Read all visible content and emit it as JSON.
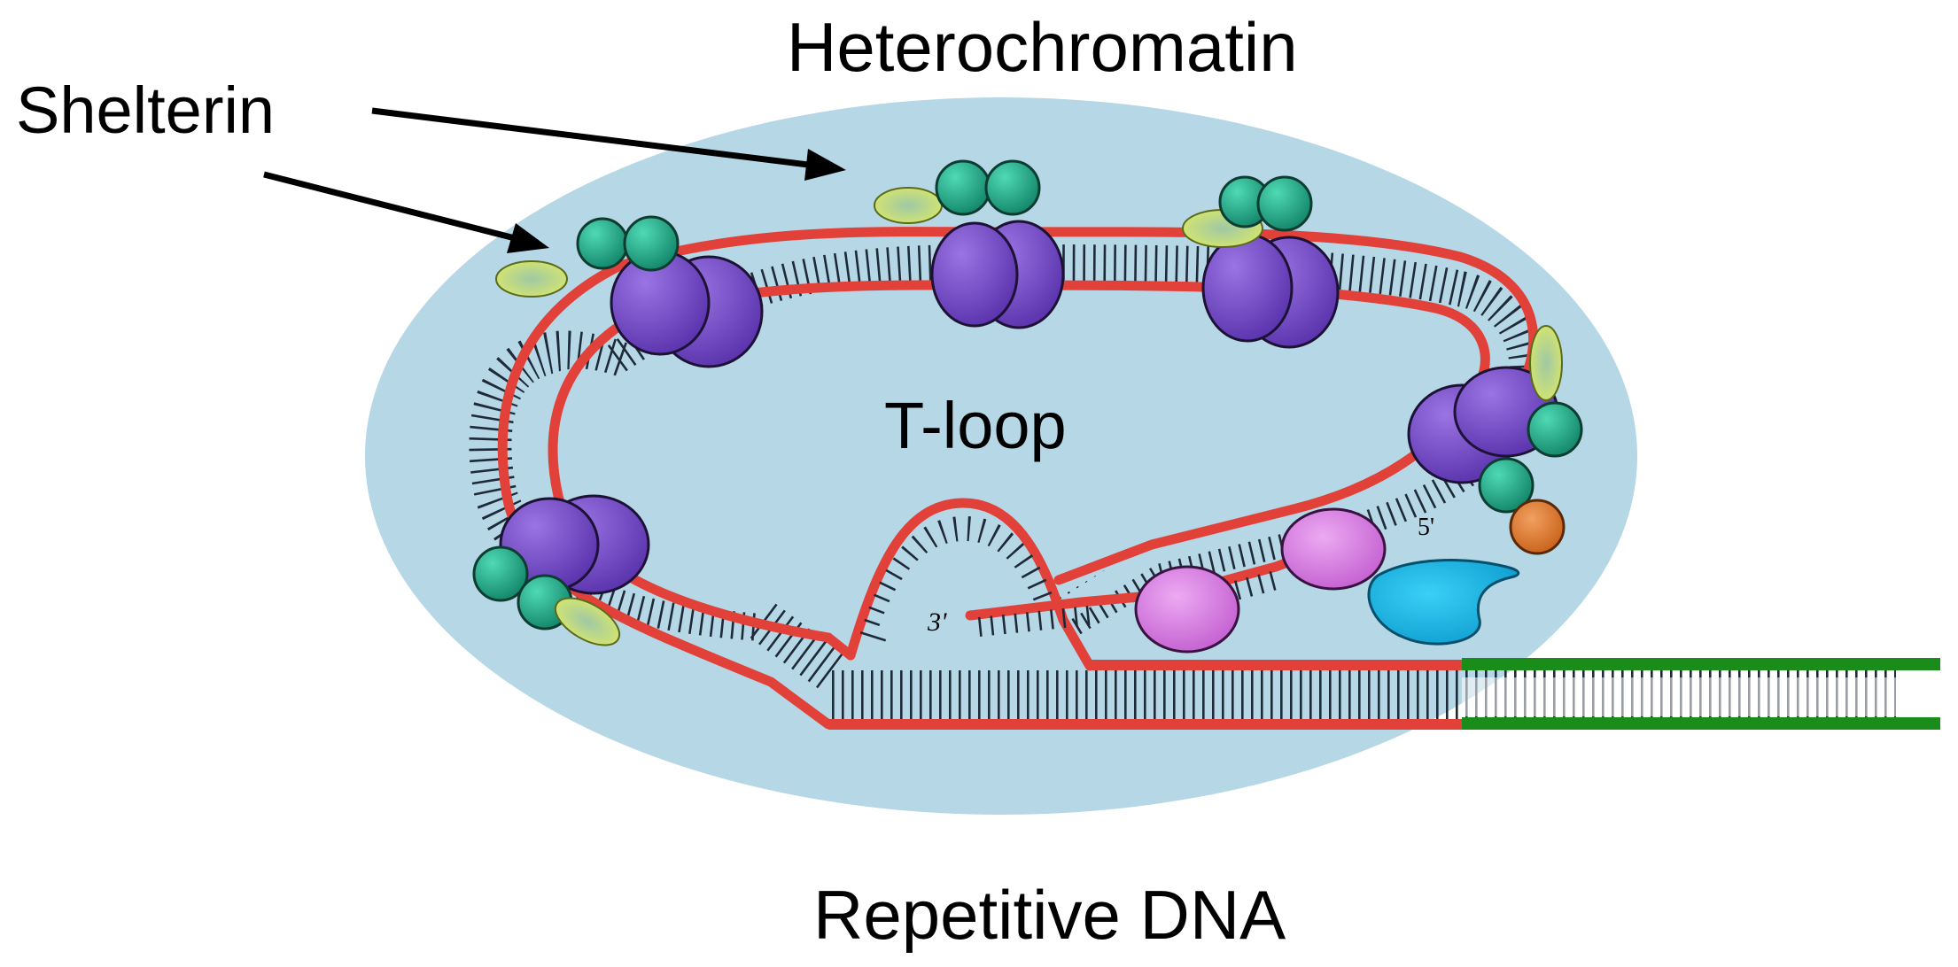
{
  "labels": {
    "top": "Heterochromatin",
    "left": "Shelterin",
    "center": "T-loop",
    "bottom": "Repetitive DNA",
    "three_prime": "3'",
    "five_prime": "5'"
  },
  "colors": {
    "nucleus_background": "#b6d7e6",
    "telomere_strand": "#e2413a",
    "genomic_dna": "#1a8c1a",
    "shelterin_core": "#7b4fcf",
    "shelterin_cap": "#2bb291",
    "shelterin_oval": "#d6e36a",
    "pink_protein": "#d77be0",
    "blue_protein": "#17b4e3",
    "orange_protein": "#e07a2a"
  }
}
